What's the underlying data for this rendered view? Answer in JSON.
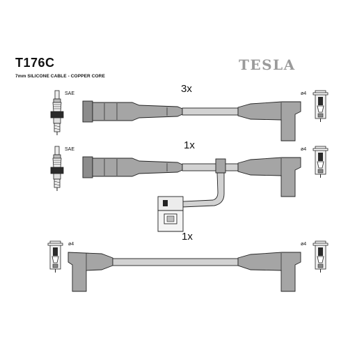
{
  "header": {
    "part_number": "T176C",
    "subtitle": "7mm SILICONE CABLE - COPPER CORE",
    "brand": "TESLA"
  },
  "cables": [
    {
      "quantity": "3x",
      "plug_label": "SAE",
      "end_label": "ø4"
    },
    {
      "quantity": "1x",
      "plug_label": "SAE",
      "end_label": "ø4"
    },
    {
      "quantity": "1x",
      "start_label": "ø4",
      "end_label": "ø4"
    }
  ],
  "colors": {
    "outline": "#222222",
    "boot_fill": "#8c8c8c",
    "boot_fill_light": "#a5a5a5",
    "cable_fill": "#d2d2d2",
    "brand": "#9a9a9a"
  }
}
